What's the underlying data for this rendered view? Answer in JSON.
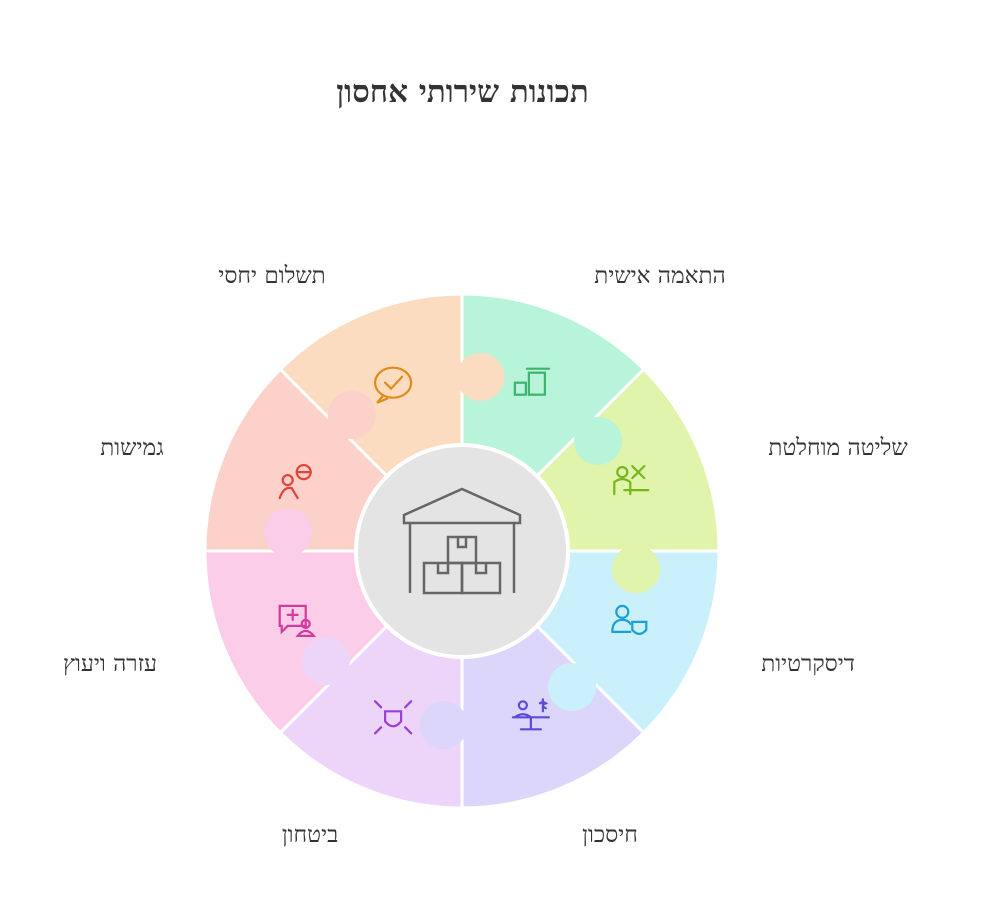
{
  "title": "תכונות שירותי אחסון",
  "center_icon": "warehouse-icon",
  "center_color": "#e4e4e4",
  "segments": [
    {
      "label": "התאמה אישית",
      "fill": "#b8f4d9",
      "icon_color": "#3cb36f",
      "icon": "boxes-icon"
    },
    {
      "label": "שליטה מוחלטת",
      "fill": "#e0f4ab",
      "icon_color": "#76b51c",
      "icon": "person-control-icon"
    },
    {
      "label": "דיסקרטיות",
      "fill": "#caf0fb",
      "icon_color": "#1a9fd8",
      "icon": "user-shield-icon"
    },
    {
      "label": "חיסכון",
      "fill": "#dcd7fa",
      "icon_color": "#5b4bd6",
      "icon": "scale-money-icon"
    },
    {
      "label": "ביטחון",
      "fill": "#ecd5f8",
      "icon_color": "#9c3fd6",
      "icon": "shield-arrows-icon"
    },
    {
      "label": "עזרה ויעוץ",
      "fill": "#fbcde9",
      "icon_color": "#d33a9a",
      "icon": "medical-chat-icon"
    },
    {
      "label": "גמישות",
      "fill": "#fbd1c9",
      "icon_color": "#e0443a",
      "icon": "flexible-person-icon"
    },
    {
      "label": "תשלום יחסי",
      "fill": "#fbdcc0",
      "icon_color": "#e08a1a",
      "icon": "check-bubble-icon"
    }
  ]
}
